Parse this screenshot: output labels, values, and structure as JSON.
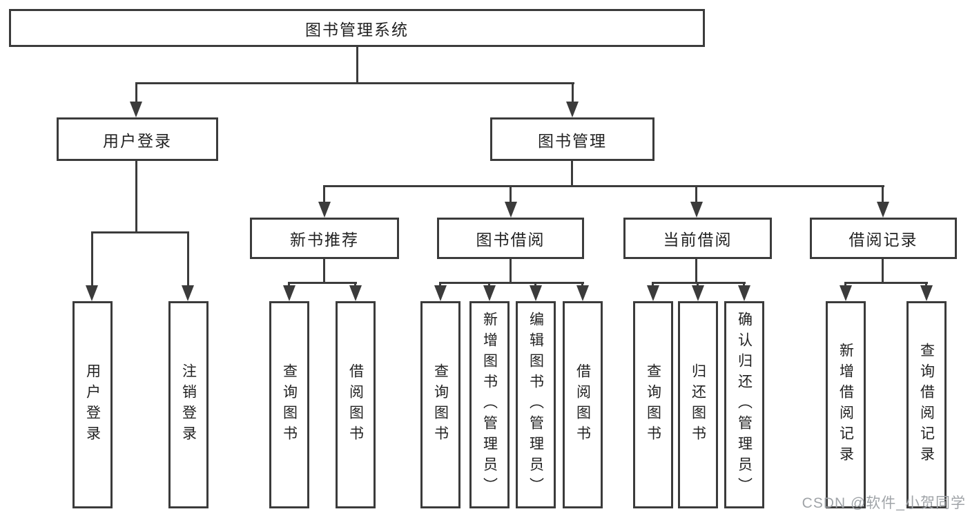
{
  "nodes": {
    "root": "图书管理系统",
    "level2": [
      {
        "label": "用户登录"
      },
      {
        "label": "图书管理"
      }
    ],
    "level3": [
      {
        "label": "新书推荐"
      },
      {
        "label": "图书借阅"
      },
      {
        "label": "当前借阅"
      },
      {
        "label": "借阅记录"
      }
    ],
    "leaves": {
      "user_login": [
        "用户登录",
        "注销登录"
      ],
      "new_book": [
        "查询图书",
        "借阅图书"
      ],
      "book_borrow": [
        "查询图书",
        "新增图书（管理员）",
        "编辑图书（管理员）",
        "借阅图书"
      ],
      "current_borrow": [
        "查询图书",
        "归还图书",
        "确认归还（管理员）"
      ],
      "borrow_records": [
        "新增借阅记录",
        "查询借阅记录"
      ]
    }
  },
  "watermark": "CSDN @软件_小贺同学",
  "colors": {
    "line": "#3b3b3b",
    "text": "#222222",
    "box_fill": "#ffffff",
    "watermark": "#a0a4a8",
    "background": "#ffffff"
  }
}
